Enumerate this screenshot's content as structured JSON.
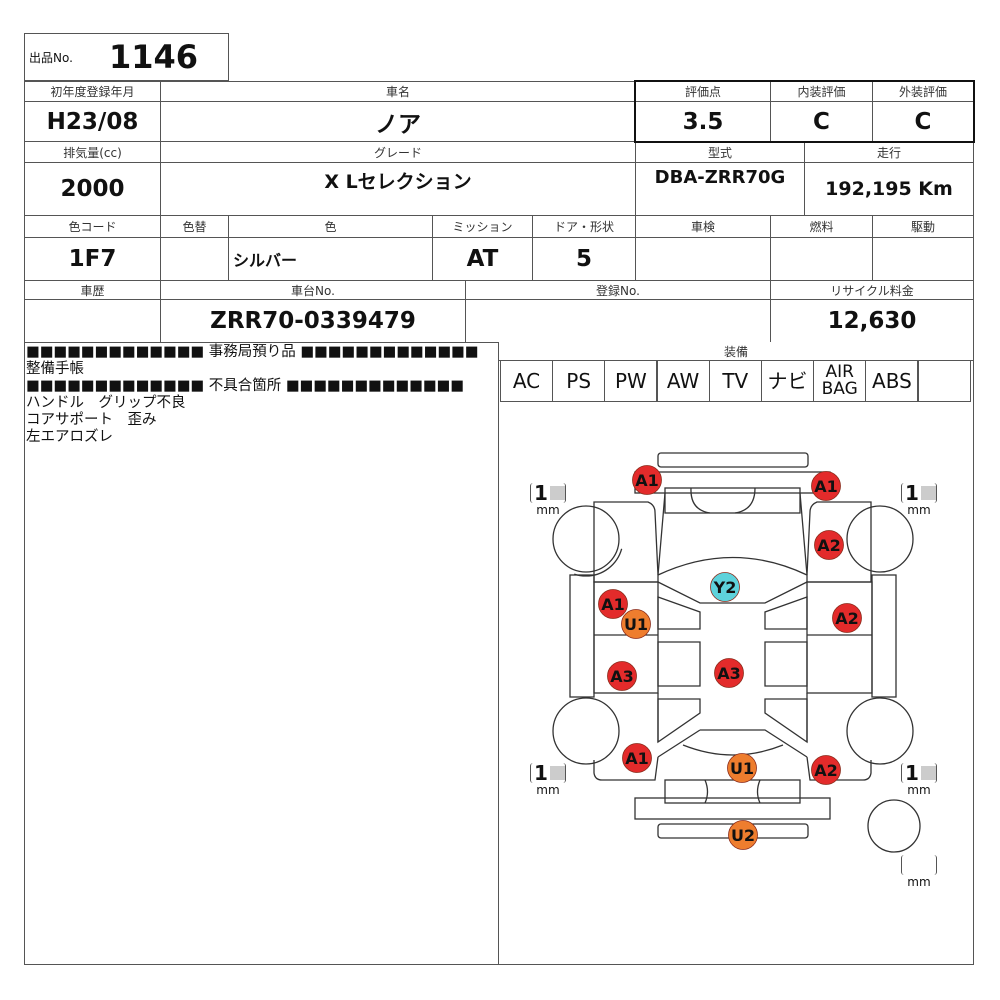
{
  "lot": {
    "label": "出品No.",
    "value": "1146"
  },
  "row1": {
    "reg_label": "初年度登録年月",
    "reg": "H23/08",
    "name_label": "車名",
    "name": "ノア",
    "score_label": "評価点",
    "score": "3.5",
    "interior_label": "内装評価",
    "interior": "C",
    "exterior_label": "外装評価",
    "exterior": "C"
  },
  "row2": {
    "cc_label": "排気量(cc)",
    "cc": "2000",
    "grade_label": "グレード",
    "grade": "X Lセレクション",
    "model_label": "型式",
    "model": "DBA-ZRR70G",
    "mileage_label": "走行",
    "mileage": "192,195 Km"
  },
  "row3": {
    "color_code_label": "色コード",
    "color_code": "1F7",
    "repaint_label": "色替",
    "repaint": "",
    "color_label": "色",
    "color": "シルバー",
    "mission_label": "ミッション",
    "mission": "AT",
    "door_label": "ドア・形状",
    "door": "5",
    "inspection_label": "車検",
    "inspection": "",
    "fuel_label": "燃料",
    "fuel": "",
    "drive_label": "駆動",
    "drive": ""
  },
  "row4": {
    "history_label": "車歴",
    "history": "",
    "chassis_label": "車台No.",
    "chassis": "ZRR70-0339479",
    "regno_label": "登録No.",
    "regno": "",
    "recycle_label": "リサイクル料金",
    "recycle": "12,630"
  },
  "notes": {
    "storage_header": "■■■■■■■■■■■■■ 事務局預り品 ■■■■■■■■■■■■■",
    "storage_items": [
      "整備手帳"
    ],
    "defect_header": "■■■■■■■■■■■■■ 不具合箇所 ■■■■■■■■■■■■■",
    "defect_items": [
      "ハンドル　グリップ不良",
      "コアサポート　歪み",
      "左エアロズレ"
    ]
  },
  "equipment": {
    "label": "装備",
    "items": [
      "AC",
      "PS",
      "PW",
      "AW",
      "TV",
      "ナビ",
      "AIR BAG",
      "ABS",
      ""
    ]
  },
  "tires": {
    "unit": "mm",
    "front_left": "1",
    "front_right": "1",
    "rear_left": "1",
    "rear_right": "1",
    "spare": ""
  },
  "damage": [
    {
      "code": "A1",
      "location": "front-bumper-left",
      "color": "#e32b2b"
    },
    {
      "code": "A1",
      "location": "front-bumper-right",
      "color": "#e32b2b"
    },
    {
      "code": "A2",
      "location": "right-front-fender",
      "color": "#e32b2b"
    },
    {
      "code": "Y2",
      "location": "windshield",
      "color": "#5ed2db"
    },
    {
      "code": "A1",
      "location": "left-front-door",
      "color": "#e32b2b"
    },
    {
      "code": "U1",
      "location": "left-front-door-2",
      "color": "#ee7d2e"
    },
    {
      "code": "A2",
      "location": "right-front-door",
      "color": "#e32b2b"
    },
    {
      "code": "A3",
      "location": "left-rear-door",
      "color": "#e32b2b"
    },
    {
      "code": "A3",
      "location": "roof",
      "color": "#e32b2b"
    },
    {
      "code": "A1",
      "location": "left-rear-quarter",
      "color": "#e32b2b"
    },
    {
      "code": "U1",
      "location": "back-door",
      "color": "#ee7d2e"
    },
    {
      "code": "A2",
      "location": "right-rear-quarter",
      "color": "#e32b2b"
    },
    {
      "code": "U2",
      "location": "rear-bumper",
      "color": "#ee7d2e"
    }
  ]
}
